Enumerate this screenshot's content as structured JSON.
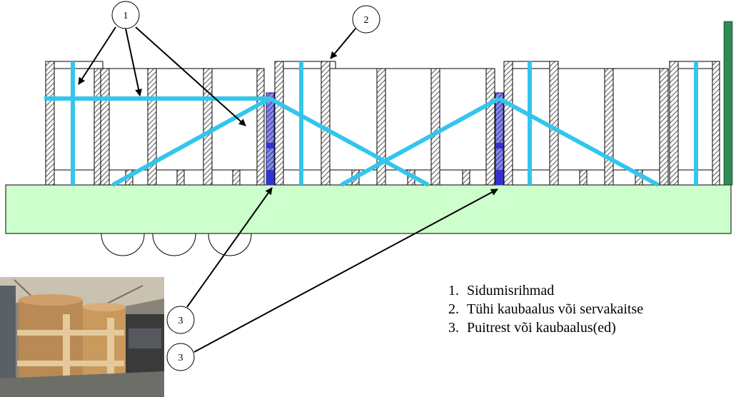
{
  "callouts": {
    "c1": "1",
    "c2": "2",
    "c3a": "3",
    "c3b": "3"
  },
  "legend": {
    "items": [
      {
        "num": "1.",
        "text": "Sidumisrihmad"
      },
      {
        "num": "2.",
        "text": "Tühi kaubaalus või servakaitse"
      },
      {
        "num": "3.",
        "text": "Puitrest või kaubaalus(ed)"
      }
    ]
  },
  "colors": {
    "strap": "#33c6ec",
    "truck_bed": "#ccffcc",
    "spacer": "#3333cc",
    "headboard": "#2e8b57"
  },
  "photo": {
    "icon": "truck-cargo-photo"
  }
}
